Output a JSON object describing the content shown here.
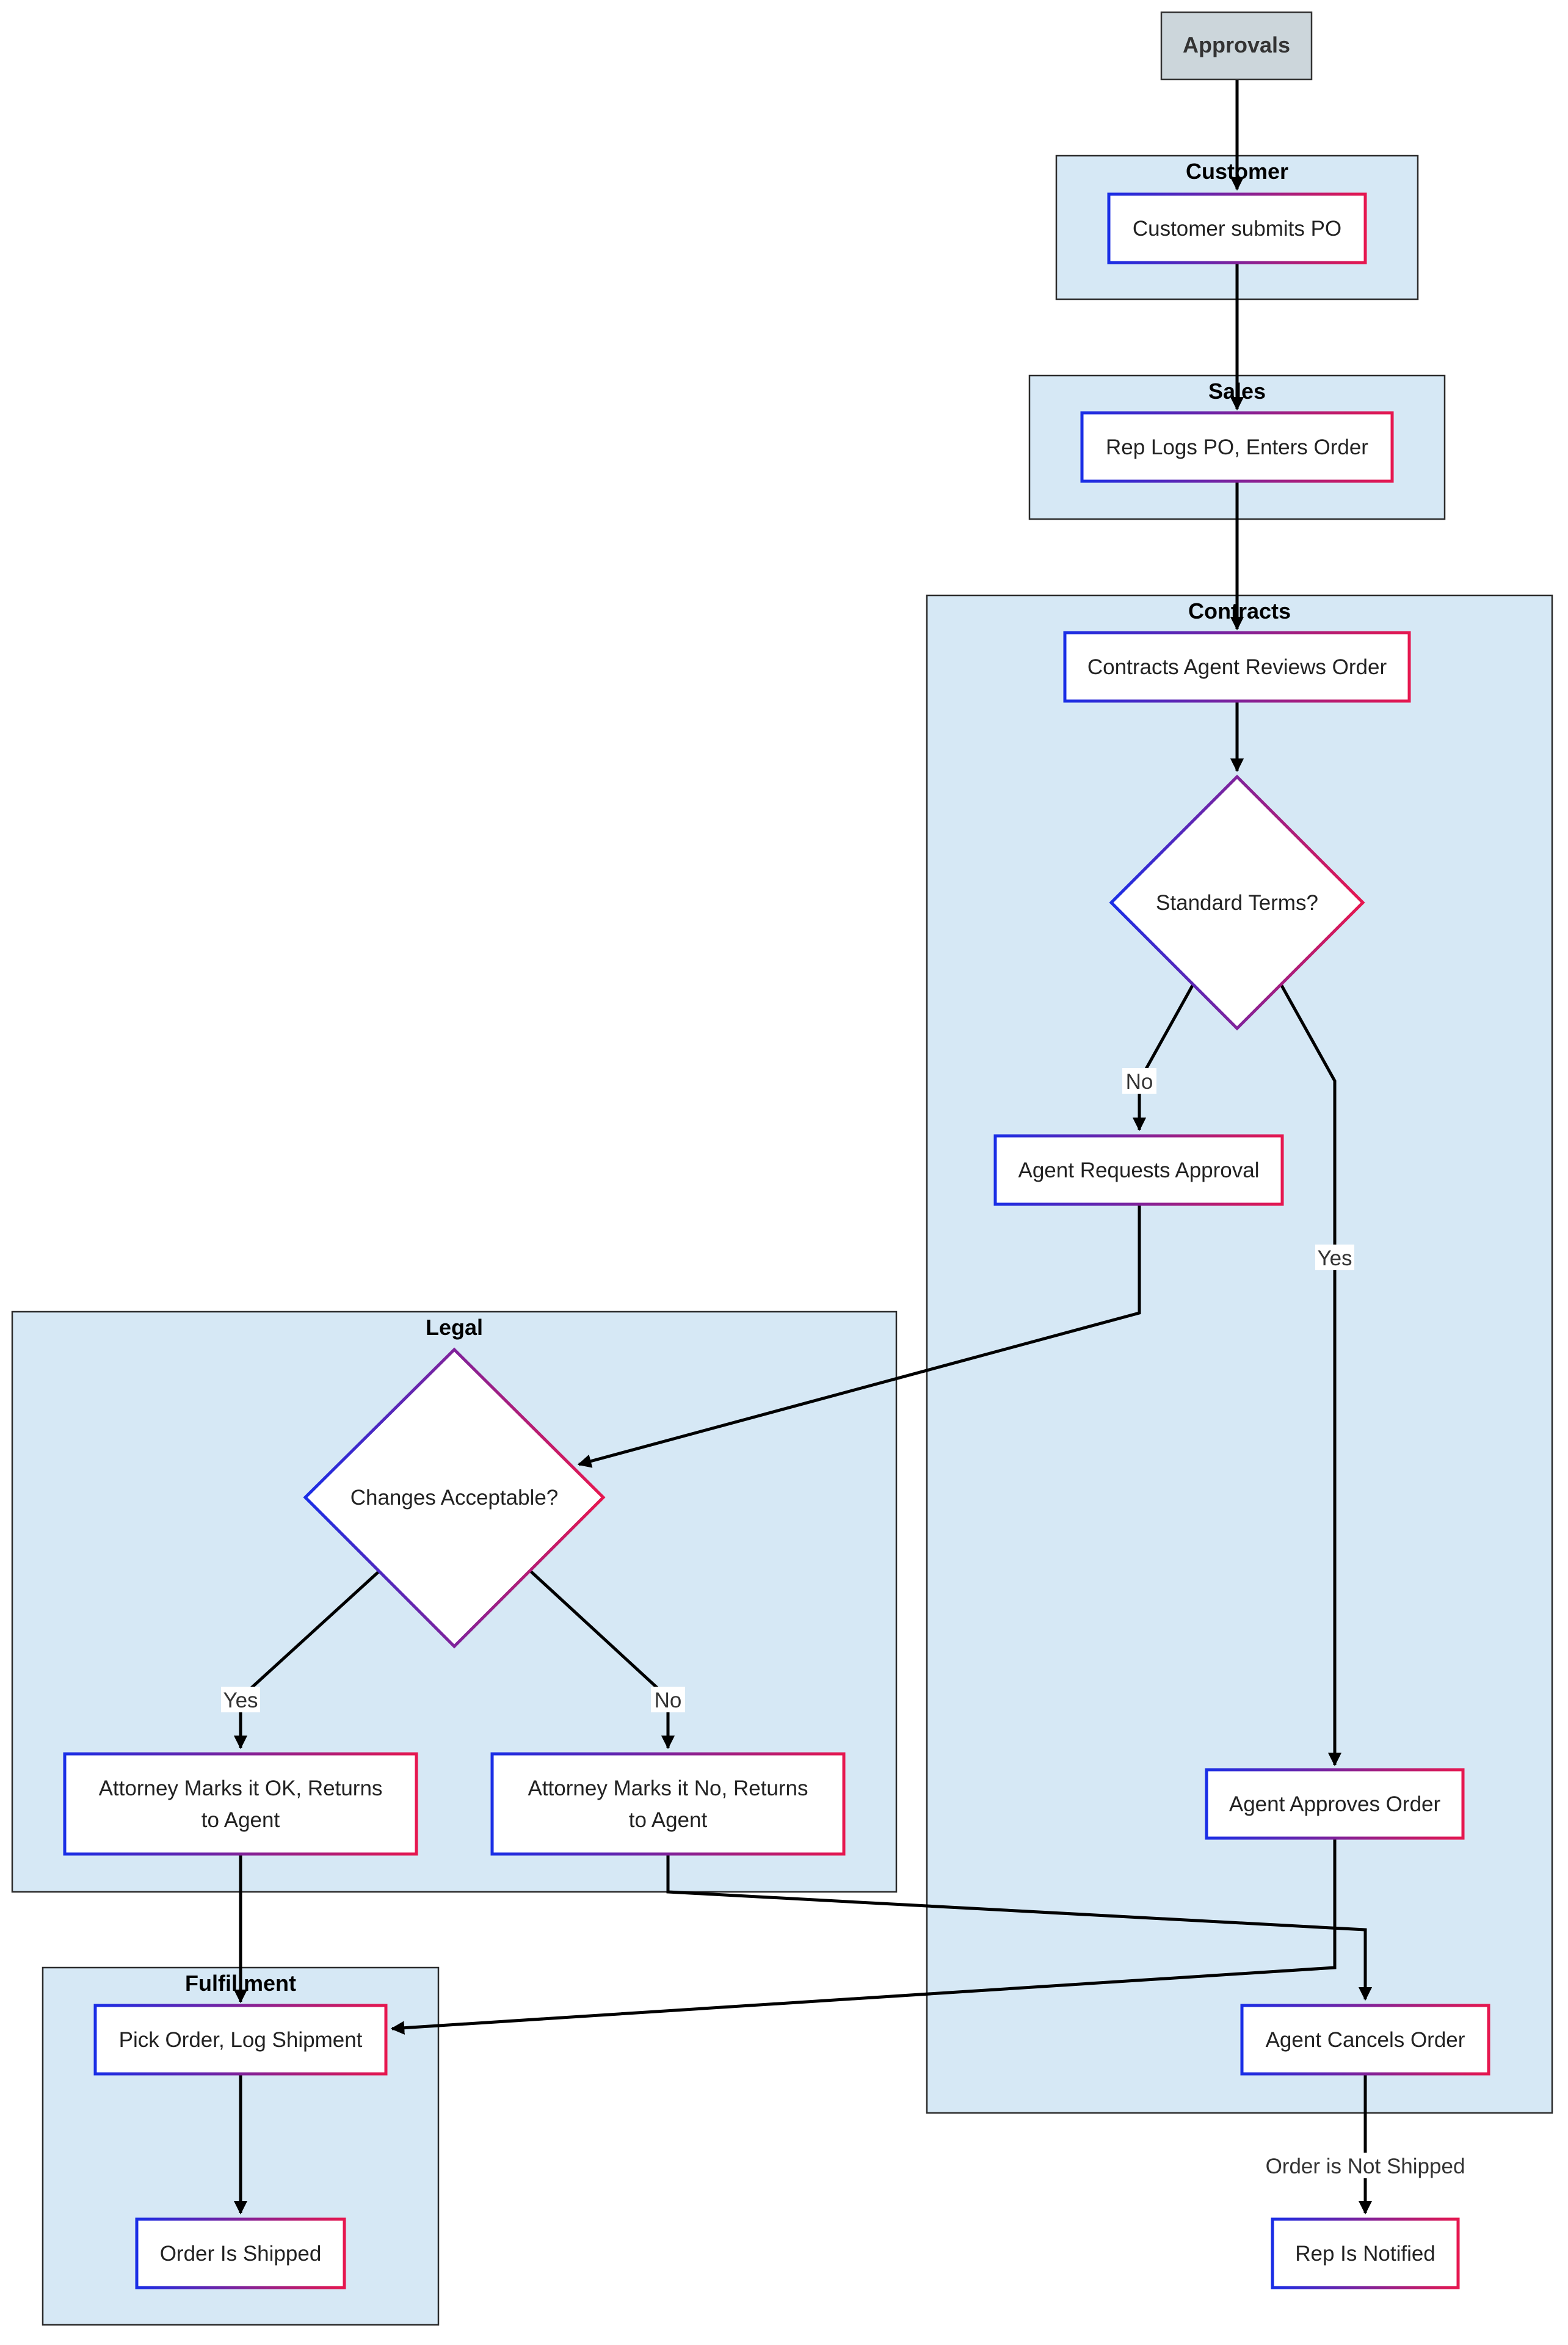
{
  "start": {
    "label": "Approvals"
  },
  "lanes": {
    "customer": "Customer",
    "sales": "Sales",
    "contracts": "Contracts",
    "legal": "Legal",
    "fulfillment": "Fulfillment"
  },
  "nodes": {
    "customer_submits_po": "Customer submits PO",
    "rep_logs_po": "Rep Logs PO, Enters Order",
    "contracts_reviews": "Contracts Agent Reviews Order",
    "standard_terms": "Standard Terms?",
    "agent_requests_approval": "Agent Requests Approval",
    "changes_acceptable": "Changes Acceptable?",
    "attorney_ok_line1": "Attorney Marks it OK, Returns",
    "attorney_ok_line2": "to Agent",
    "attorney_no_line1": "Attorney Marks it No, Returns",
    "attorney_no_line2": "to Agent",
    "agent_approves": "Agent Approves Order",
    "agent_cancels": "Agent Cancels Order",
    "pick_order": "Pick Order, Log Shipment",
    "order_shipped": "Order Is Shipped",
    "rep_notified": "Rep Is Notified"
  },
  "edge_labels": {
    "no_terms": "No",
    "yes_terms": "Yes",
    "yes_changes": "Yes",
    "no_changes": "No",
    "not_shipped": "Order is Not Shipped"
  },
  "colors": {
    "lane_fill": "#d6e8f5",
    "node_gradient_start": "#1a2ee6",
    "node_gradient_end": "#e6174f",
    "start_fill": "#ccd6db"
  }
}
